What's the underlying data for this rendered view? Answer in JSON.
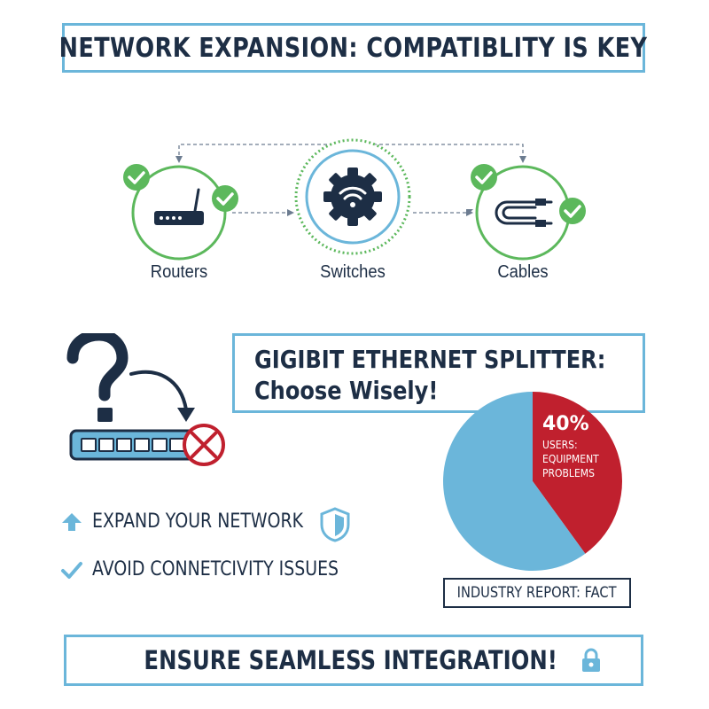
{
  "title": "NETWORK EXPANSION: COMPATIBLITY IS KEY",
  "flow": {
    "nodes": [
      {
        "label": "Routers",
        "icon": "router-icon"
      },
      {
        "label": "Switches",
        "icon": "gear-wifi-icon"
      },
      {
        "label": "Cables",
        "icon": "cable-icon"
      }
    ]
  },
  "splitter": {
    "line1": "GIGIBIT ETHERNET SPLITTER:",
    "line2": "Choose Wisely!"
  },
  "bullets": [
    {
      "text": "EXPAND YOUR NETWORK",
      "icon": "arrow-up-icon"
    },
    {
      "text": "AVOID CONNETCIVITY ISSUES",
      "icon": "checkmark-icon"
    }
  ],
  "chart_data": {
    "type": "pie",
    "slices": [
      {
        "label": "USERS: EQUIPMENT PROBLEMS",
        "value": 40,
        "color": "#c0202e"
      },
      {
        "label": "",
        "value": 60,
        "color": "#6bb6da"
      }
    ],
    "annotation": "40%",
    "caption_lines": [
      "USERS:",
      "EQUIPMENT",
      "PROBLEMS"
    ]
  },
  "fact": "INDUSTRY REPORT: FACT",
  "bottom": "ENSURE SEAMLESS INTEGRATION!",
  "colors": {
    "navy": "#1d2e45",
    "green": "#5cb85c",
    "blue": "#6bb6da",
    "red": "#c0202e"
  }
}
